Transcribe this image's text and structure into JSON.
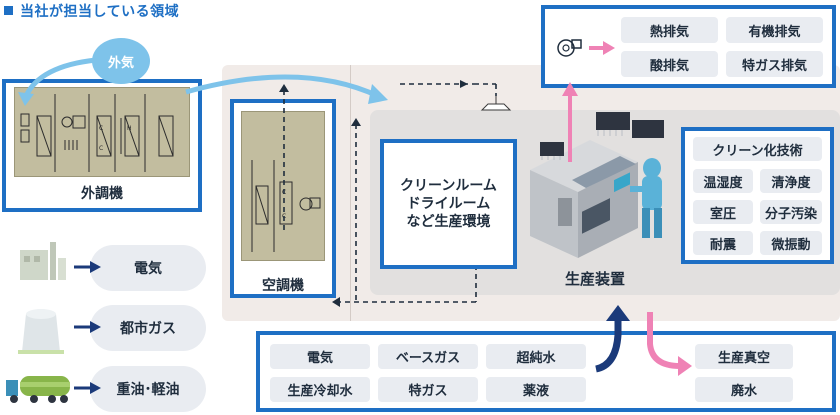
{
  "legend": {
    "label": "当社が担当している領域"
  },
  "outside_air": {
    "label": "外気"
  },
  "outdoor_unit": {
    "label": "外調機"
  },
  "air_conditioner": {
    "label": "空調機"
  },
  "environment": {
    "lines": [
      "クリーンルーム",
      "ドライルーム",
      "など生産環境"
    ]
  },
  "production": {
    "label": "生産装置"
  },
  "exhaust": {
    "items": [
      "熱排気",
      "有機排気",
      "酸排気",
      "特ガス排気"
    ]
  },
  "control": {
    "title": "クリーン化技術",
    "items": [
      "温湿度",
      "清浄度",
      "室圧",
      "分子汚染",
      "耐震",
      "微振動"
    ]
  },
  "energy": {
    "items": [
      "電気",
      "都市ガス",
      "重油･軽油"
    ]
  },
  "supply": {
    "items": [
      "電気",
      "ベースガス",
      "超純水",
      "生産冷却水",
      "特ガス",
      "薬液"
    ]
  },
  "output": {
    "items": [
      "生産真空",
      "廃水"
    ]
  },
  "colors": {
    "primary_blue": "#1e6fc4",
    "light_blue": "#7ec3ea",
    "pink": "#ef82b5",
    "navy": "#1b3a7a",
    "pill_gray": "#e9ecf1",
    "machine_tan": "#c2bd9f"
  }
}
